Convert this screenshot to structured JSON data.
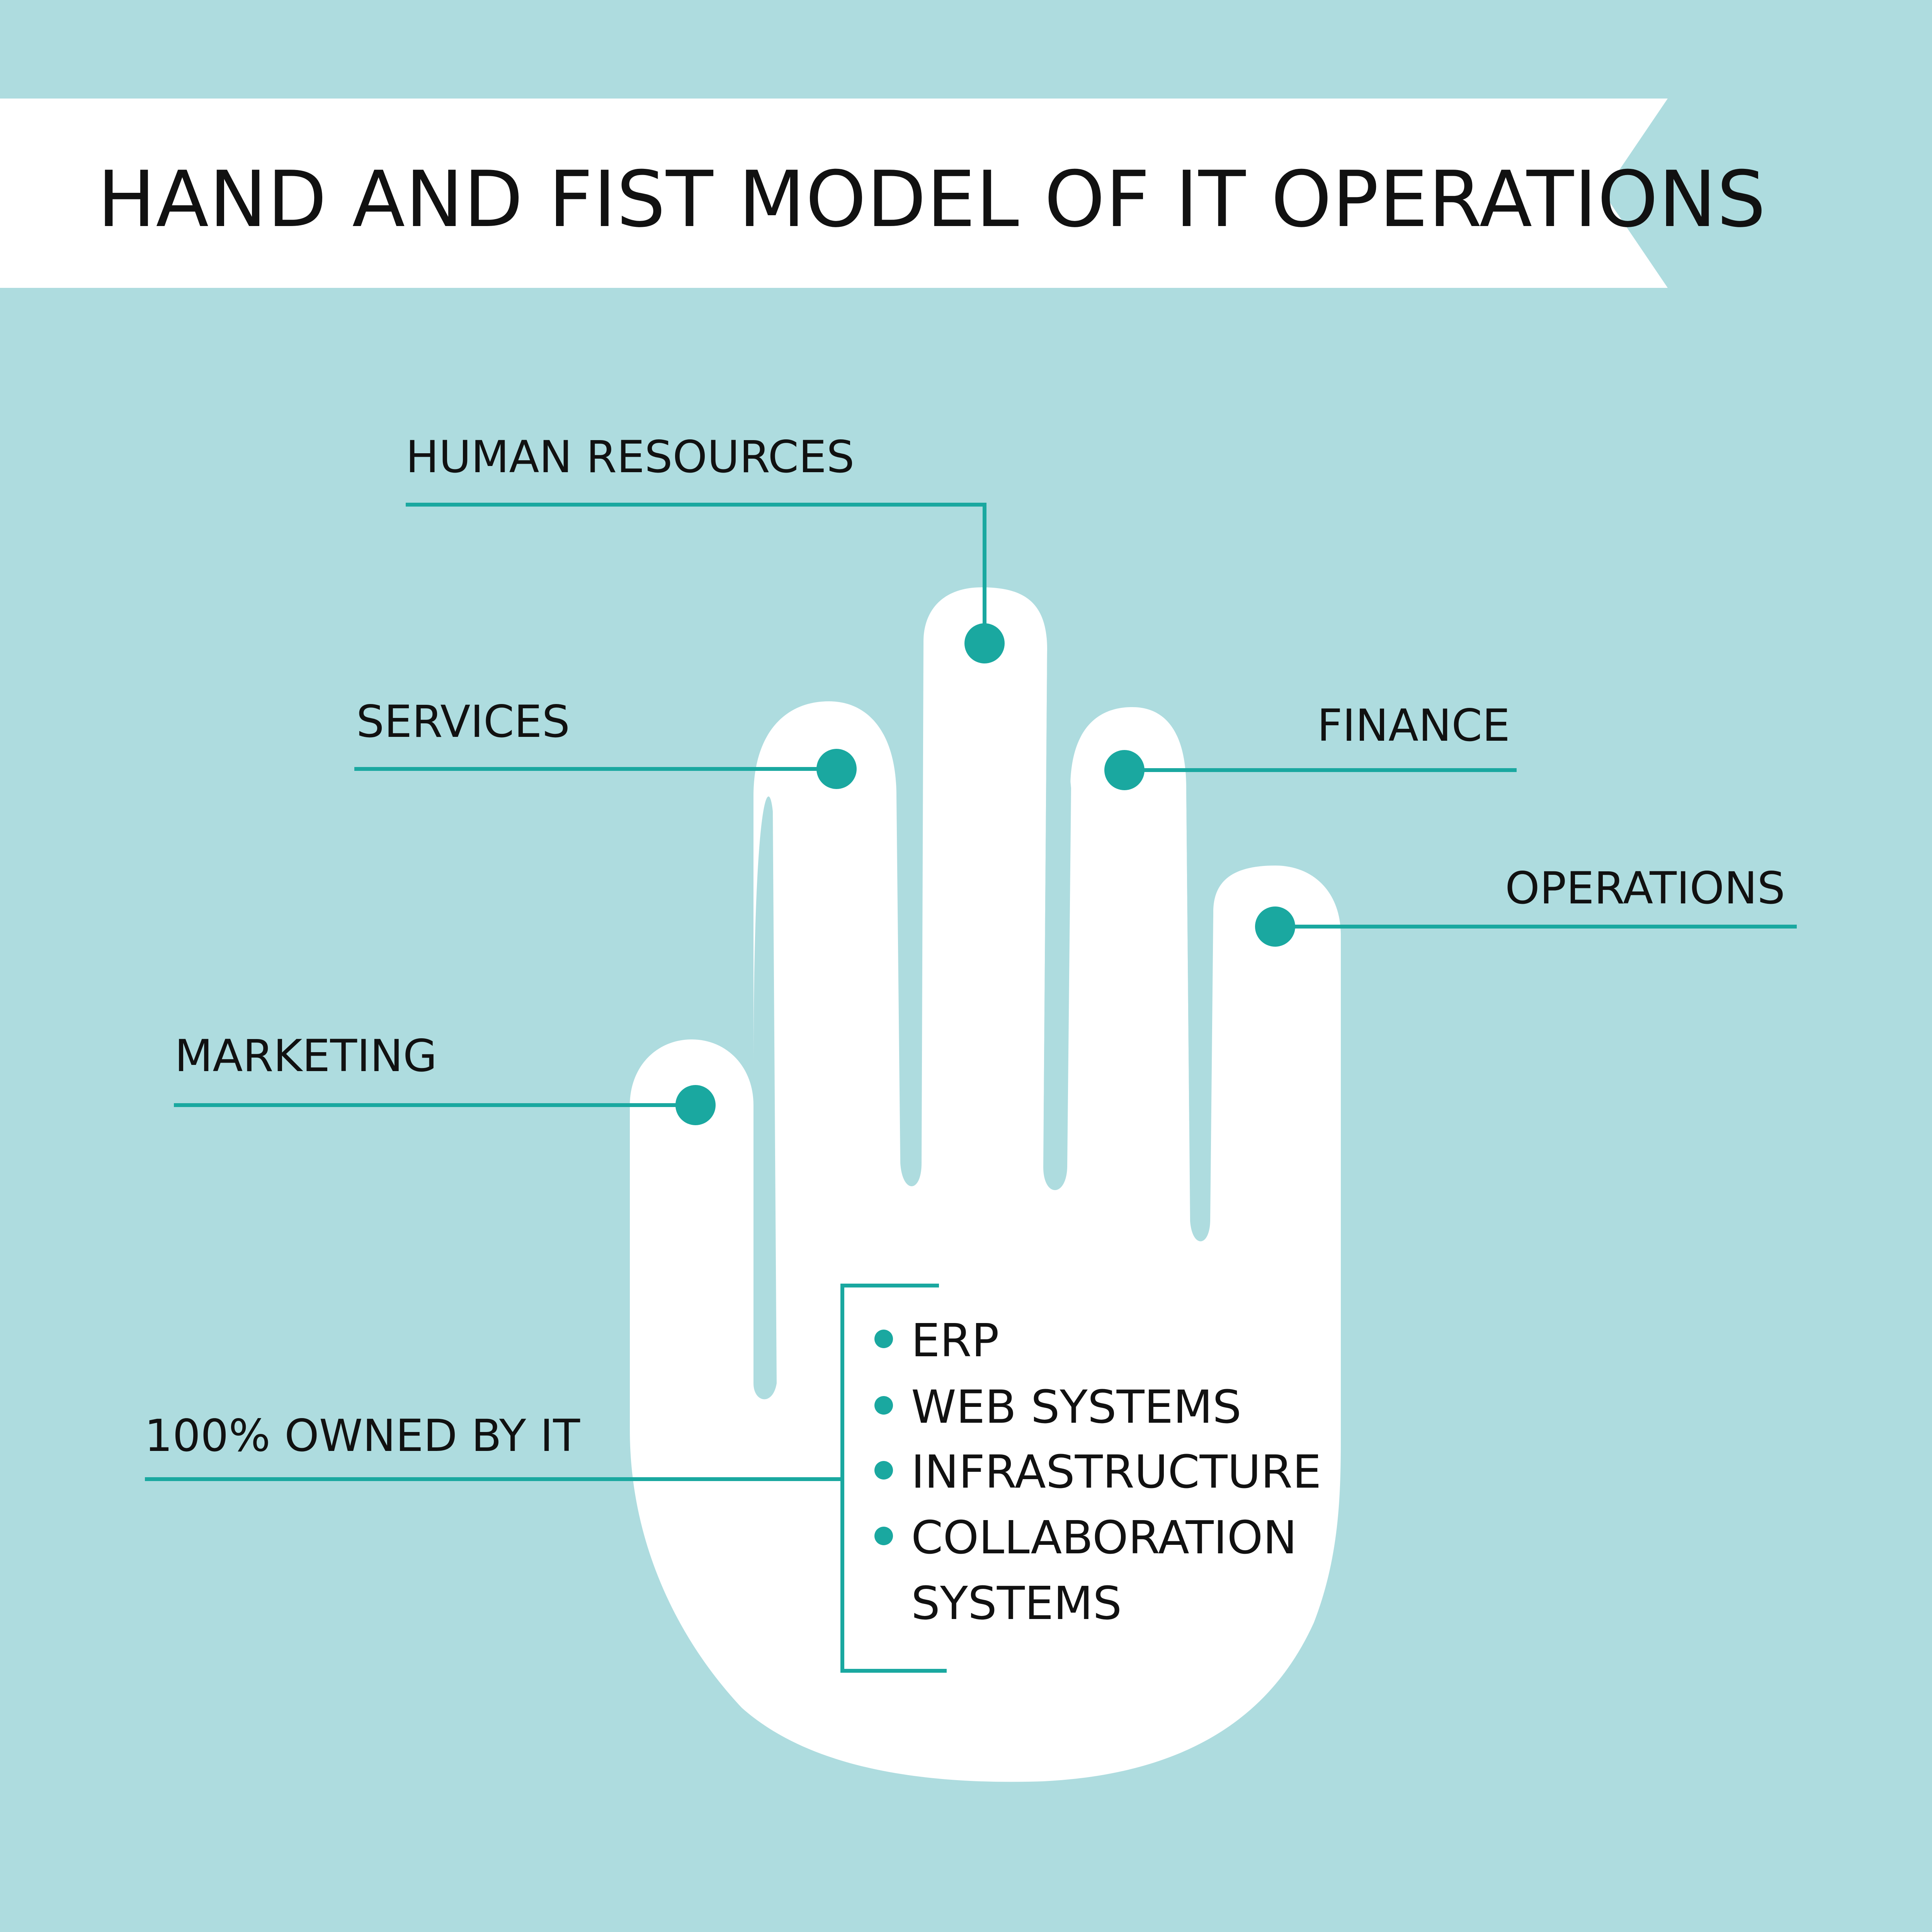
{
  "title": "HAND AND FIST MODEL OF IT OPERATIONS",
  "colors": {
    "background": "#aedcdf",
    "banner": "#ffffff",
    "hand": "#ffffff",
    "accent": "#1aa8a0",
    "text": "#111111"
  },
  "fingers": {
    "human_resources": "HUMAN RESOURCES",
    "services": "SERVICES",
    "finance": "FINANCE",
    "operations": "OPERATIONS",
    "marketing": "MARKETING"
  },
  "palm": {
    "label": "100% OWNED BY IT",
    "items": [
      "ERP",
      "WEB SYSTEMS",
      "INFRASTRUCTURE",
      "COLLABORATION",
      "SYSTEMS"
    ]
  }
}
